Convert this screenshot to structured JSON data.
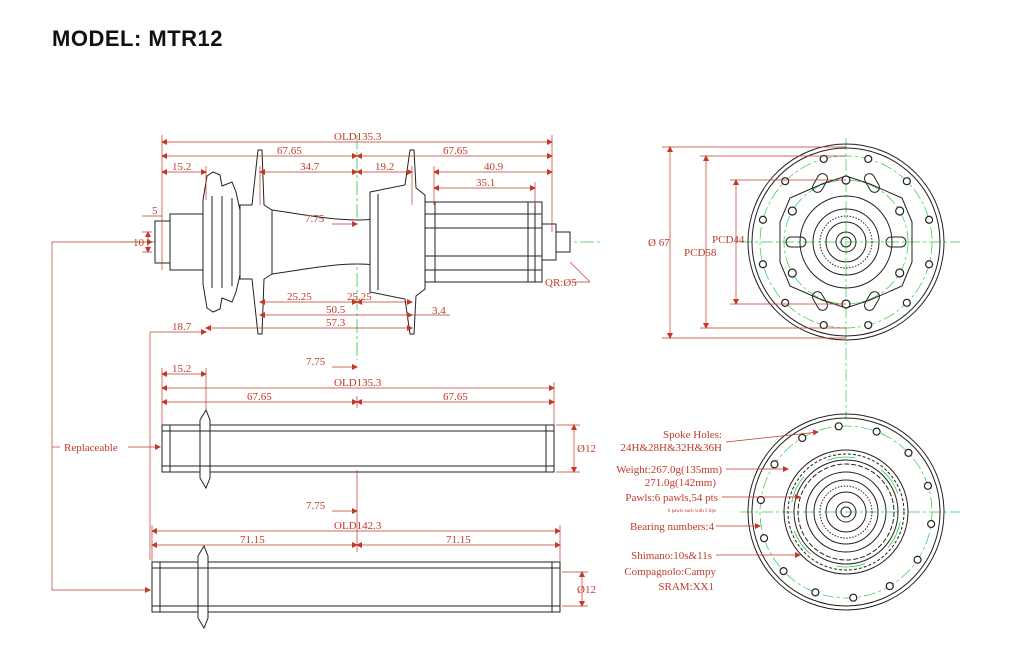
{
  "title": "MODEL:  MTR12",
  "side_view": {
    "old": "OLD135.3",
    "d_67_65_left": "67.65",
    "d_67_65_right": "67.65",
    "d_15_2": "15.2",
    "d_34_7": "34.7",
    "d_19_2": "19.2",
    "d_40_9": "40.9",
    "d_35_1": "35.1",
    "d_5": "5",
    "d_10": "10",
    "d_7_75": "7.75",
    "d_25_25_left": "25.25",
    "d_25_25_right": "25.25",
    "d_50_5": "50.5",
    "d_57_3": "57.3",
    "d_3_4": "3.4",
    "d_18_7": "18.7",
    "d_7_75_b": "7.75",
    "qr": "QR:Ø5"
  },
  "axle_135": {
    "d_15_2": "15.2",
    "old": "OLD135.3",
    "left": "67.65",
    "right": "67.65",
    "dia": "Ø12"
  },
  "axle_142": {
    "d_7_75": "7.75",
    "old": "OLD142.3",
    "left": "71.15",
    "right": "71.15",
    "dia": "Ø12"
  },
  "replaceable": "Replaceable",
  "end_view": {
    "dia": "Ø 67",
    "pcd44": "PCD44",
    "pcd58": "PCD58"
  },
  "specs": {
    "spoke_holes_1": "Spoke Holes:",
    "spoke_holes_2": "24H&28H&32H&36H",
    "weight_1": "Weight:267.0g(135mm)",
    "weight_2": "271.0g(142mm)",
    "pawls": "Pawls:6 pawls,54 pts",
    "pawls_note": "6 pawls each with 3 tips",
    "bearings": "Bearing numbers:4",
    "shimano": "Shimano:10s&11s",
    "campy": "Compagnolo:Campy",
    "sram": "SRAM:XX1"
  },
  "colors": {
    "dimension": "#c0392b",
    "center": "#2ecc40",
    "outline": "#222222"
  }
}
